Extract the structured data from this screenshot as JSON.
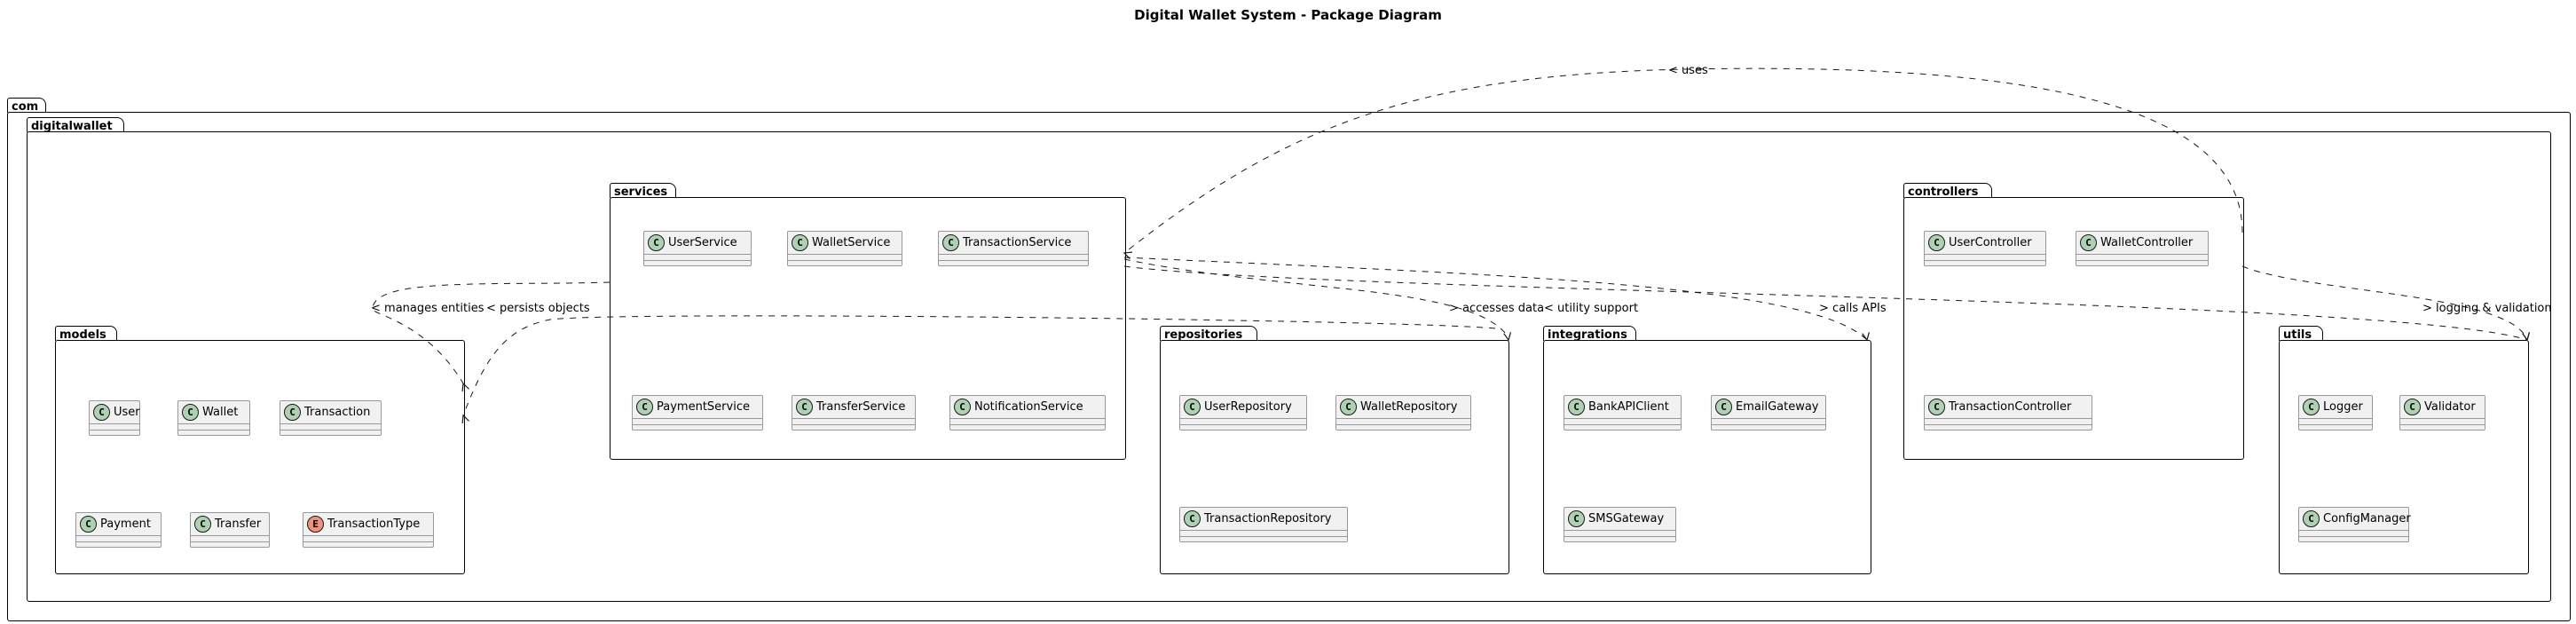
{
  "title": "Digital Wallet System - Package Diagram",
  "packages": {
    "com": {
      "name": "com"
    },
    "digitalwallet": {
      "name": "digitalwallet"
    },
    "models": {
      "name": "models",
      "classes": [
        {
          "name": "User",
          "stereotype": "C"
        },
        {
          "name": "Wallet",
          "stereotype": "C"
        },
        {
          "name": "Transaction",
          "stereotype": "C"
        },
        {
          "name": "Payment",
          "stereotype": "C"
        },
        {
          "name": "Transfer",
          "stereotype": "C"
        },
        {
          "name": "TransactionType",
          "stereotype": "E"
        }
      ]
    },
    "services": {
      "name": "services",
      "classes": [
        {
          "name": "UserService",
          "stereotype": "C"
        },
        {
          "name": "WalletService",
          "stereotype": "C"
        },
        {
          "name": "TransactionService",
          "stereotype": "C"
        },
        {
          "name": "PaymentService",
          "stereotype": "C"
        },
        {
          "name": "TransferService",
          "stereotype": "C"
        },
        {
          "name": "NotificationService",
          "stereotype": "C"
        }
      ]
    },
    "repositories": {
      "name": "repositories",
      "classes": [
        {
          "name": "UserRepository",
          "stereotype": "C"
        },
        {
          "name": "WalletRepository",
          "stereotype": "C"
        },
        {
          "name": "TransactionRepository",
          "stereotype": "C"
        }
      ]
    },
    "integrations": {
      "name": "integrations",
      "classes": [
        {
          "name": "BankAPIClient",
          "stereotype": "C"
        },
        {
          "name": "EmailGateway",
          "stereotype": "C"
        },
        {
          "name": "SMSGateway",
          "stereotype": "C"
        }
      ]
    },
    "controllers": {
      "name": "controllers",
      "classes": [
        {
          "name": "UserController",
          "stereotype": "C"
        },
        {
          "name": "WalletController",
          "stereotype": "C"
        },
        {
          "name": "TransactionController",
          "stereotype": "C"
        }
      ]
    },
    "utils": {
      "name": "utils",
      "classes": [
        {
          "name": "Logger",
          "stereotype": "C"
        },
        {
          "name": "Validator",
          "stereotype": "C"
        },
        {
          "name": "ConfigManager",
          "stereotype": "C"
        }
      ]
    }
  },
  "relations": [
    {
      "from": "controllers",
      "to": "services",
      "label": "uses",
      "marker": "<"
    },
    {
      "from": "services",
      "to": "models",
      "label": "manages entities",
      "marker": "<"
    },
    {
      "from": "repositories",
      "to": "models",
      "label": "persists objects",
      "marker": "<"
    },
    {
      "from": "services",
      "to": "repositories",
      "label": "accesses data",
      "marker": ">"
    },
    {
      "from": "services",
      "to": "utils",
      "label": "utility support",
      "marker": "<"
    },
    {
      "from": "services",
      "to": "integrations",
      "label": "calls APIs",
      "marker": ">"
    },
    {
      "from": "controllers",
      "to": "utils",
      "label": "logging & validation",
      "marker": ">"
    }
  ],
  "colors": {
    "class_fill": "#f1f1f1",
    "class_border": "#999999",
    "class_badge": "#add1b2",
    "enum_badge": "#eb937f",
    "line": "#181818"
  }
}
